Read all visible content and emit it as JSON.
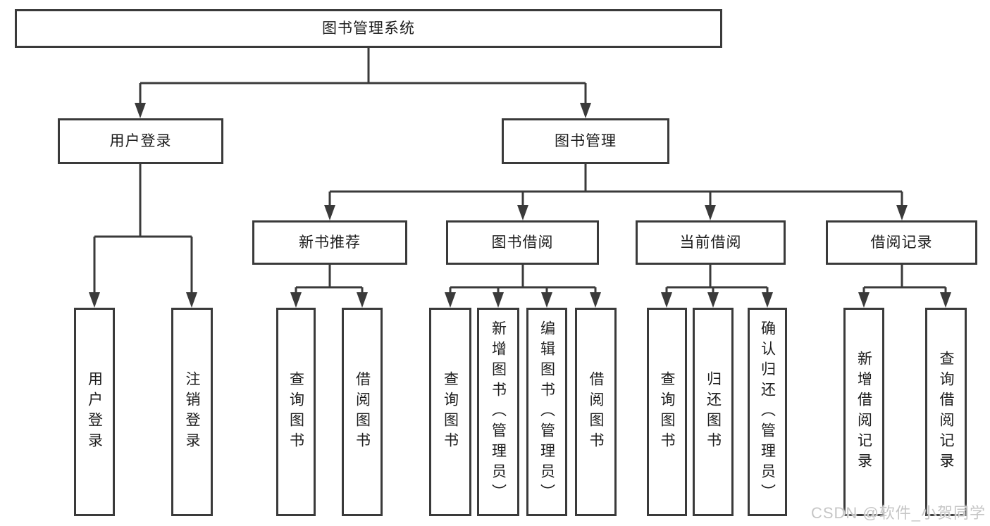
{
  "diagram": {
    "title": "图书管理系统",
    "children": [
      {
        "label": "用户登录",
        "children": [
          {
            "label": "用户登录"
          },
          {
            "label": "注销登录"
          }
        ]
      },
      {
        "label": "图书管理",
        "children": [
          {
            "label": "新书推荐",
            "children": [
              {
                "label": "查询图书"
              },
              {
                "label": "借阅图书"
              }
            ]
          },
          {
            "label": "图书借阅",
            "children": [
              {
                "label": "查询图书"
              },
              {
                "label": "新增图书（管理员）"
              },
              {
                "label": "编辑图书（管理员）"
              },
              {
                "label": "借阅图书"
              }
            ]
          },
          {
            "label": "当前借阅",
            "children": [
              {
                "label": "查询图书"
              },
              {
                "label": "归还图书"
              },
              {
                "label": "确认归还（管理员）"
              }
            ]
          },
          {
            "label": "借阅记录",
            "children": [
              {
                "label": "新增借阅记录"
              },
              {
                "label": "查询借阅记录"
              }
            ]
          }
        ]
      }
    ]
  },
  "watermark": {
    "text": "CSDN @软件_小贺同学"
  },
  "colors": {
    "line": "#3a3a3a",
    "text": "#1d1d1d",
    "background": "#ffffff",
    "watermark": "#c6c6c6"
  }
}
